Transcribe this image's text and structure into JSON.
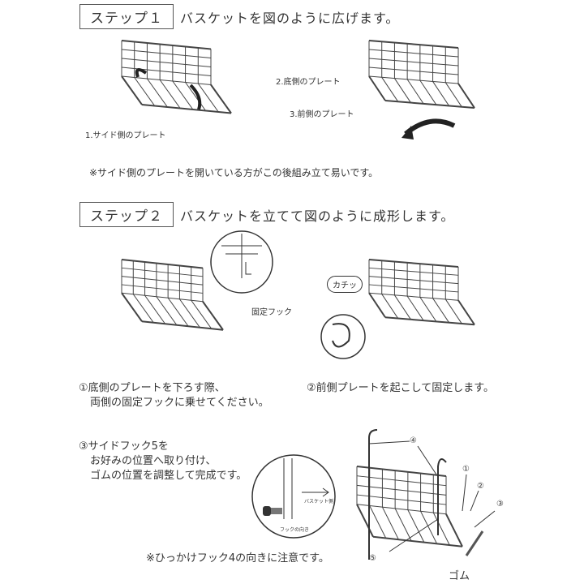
{
  "step1": {
    "label": "ステップ１",
    "title": "バスケットを図のように広げます。",
    "callouts": [
      "1.サイド側のプレート",
      "2.底側のプレート",
      "3.前側のプレート"
    ],
    "note": "※サイド側のプレートを開いている方がこの後組み立て易いです。"
  },
  "step2": {
    "label": "ステップ２",
    "title": "バスケットを立てて図のように成形します。",
    "callouts": [
      "固定フック",
      "カチッ"
    ],
    "instr1": [
      "①底側のプレートを下ろす際、",
      "両側の固定フックに乗せてください。"
    ],
    "instr2": "②前側プレートを起こして固定します。",
    "instr3": [
      "③サイドフック5を",
      "お好みの位置へ取り付け、",
      "ゴムの位置を調整して完成です。"
    ],
    "detail": {
      "arrow_label": "バスケット側",
      "hook_label": "フックの向き"
    },
    "parts": [
      "④",
      "①",
      "②",
      "③",
      "⑤",
      "ゴム"
    ],
    "note": "※ひっかけフック4の向きに注意です。"
  }
}
